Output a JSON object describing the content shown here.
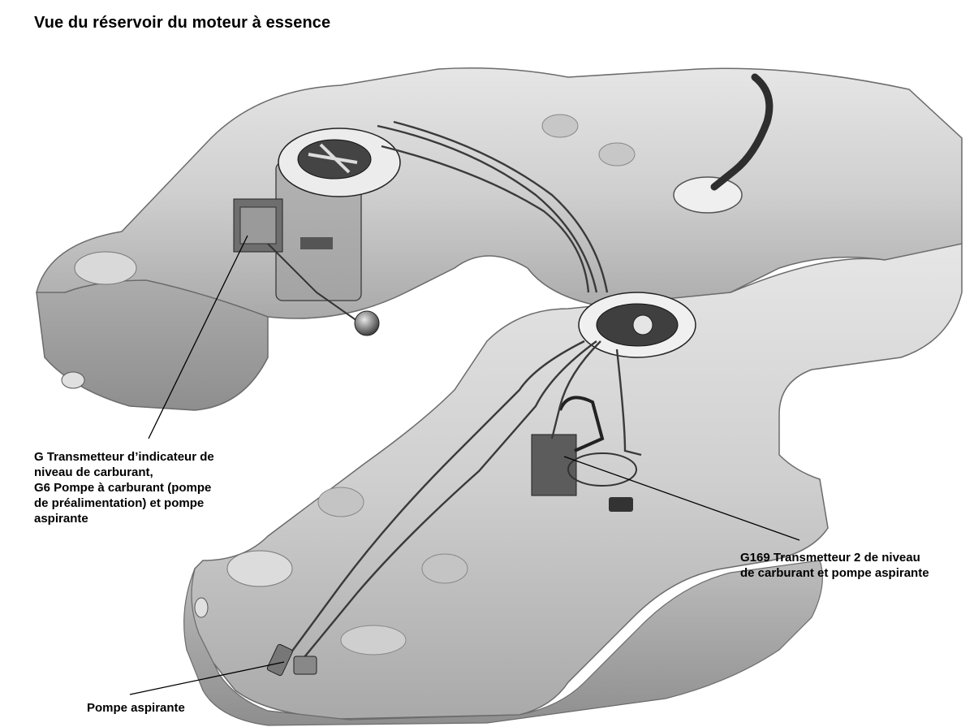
{
  "title": "Vue du réservoir du moteur à essence",
  "labels": {
    "g_sender": "G Transmetteur d’indicateur de\nniveau de carburant,\nG6 Pompe à carburant (pompe\nde préalimentation) et pompe\naspirante",
    "g169": "G169 Transmetteur 2 de niveau\nde carburant et pompe aspirante",
    "pompe_aspirante": "Pompe aspirante"
  }
}
